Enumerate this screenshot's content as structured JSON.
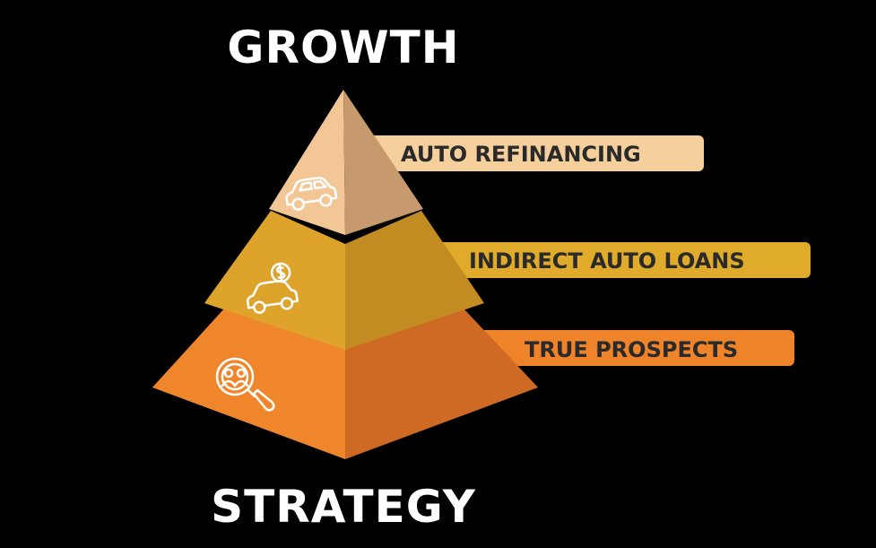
{
  "title_top": "GROWTH",
  "title_bottom": "STRATEGY",
  "tiers": [
    {
      "label": "AUTO REFINANCING",
      "icon": "car-icon",
      "label_bg": "#f5cf9c",
      "label_color": "#2a2a2a",
      "face_light": "#f2c795",
      "face_dark": "#c69a6c"
    },
    {
      "label": "INDIRECT AUTO LOANS",
      "icon": "car-with-dollar-icon",
      "label_bg": "#e0aa2b",
      "label_color": "#2a2a2a",
      "face_light": "#dda32b",
      "face_dark": "#c28c23"
    },
    {
      "label": "TRUE PROSPECTS",
      "icon": "search-people-icon",
      "label_bg": "#ee832a",
      "label_color": "#2a2a2a",
      "face_light": "#f0862c",
      "face_dark": "#cf6a24"
    }
  ]
}
